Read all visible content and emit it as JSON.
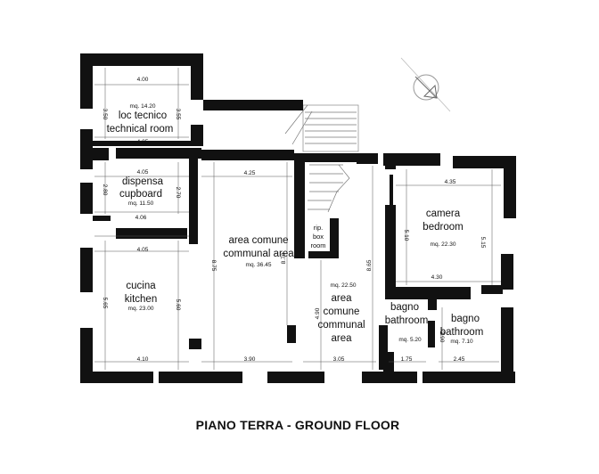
{
  "title": "PIANO TERRA - GROUND FLOOR",
  "rooms": {
    "loc_tecnico": {
      "name_it": "loc tecnico",
      "name_en": "technical room",
      "area": "mq. 14.20",
      "w": "4.00",
      "w2": "4.05",
      "h_left": "3.50",
      "h_right": "3.55"
    },
    "dispensa": {
      "name_it": "dispensa",
      "name_en": "cupboard",
      "area": "mq. 11.50",
      "w": "4.05",
      "w2": "4.06",
      "h_left": "2.80",
      "h_right": "2.70"
    },
    "cucina": {
      "name_it": "cucina",
      "name_en": "kitchen",
      "area": "mq. 23.00",
      "w": "4.05",
      "w2": "4.10",
      "h_left": "5.65",
      "h_right": "5.60"
    },
    "area_comune_1": {
      "name_it": "area comune",
      "name_en": "communal area",
      "area": "mq. 36.45",
      "w": "4.25",
      "w2": "3.90",
      "h_left": "8.75",
      "h_right": "8.70"
    },
    "ripostiglio": {
      "l1": "rip.",
      "l2": "box",
      "l3": "room"
    },
    "area_comune_2": {
      "l1": "area",
      "l2": "comune",
      "l3": "communal",
      "l4": "area",
      "area": "mq. 22.50",
      "w": "3.05",
      "h_left": "4.90",
      "h_right": "8.65"
    },
    "camera": {
      "name_it": "camera",
      "name_en": "bedroom",
      "area": "mq. 22.30",
      "w": "4.35",
      "w2": "4.30",
      "h_left": "5.10",
      "h_right": "5.15"
    },
    "bagno_1": {
      "name_it": "bagno",
      "name_en": "bathroom",
      "area": "mq. 5.20",
      "w": "1.75"
    },
    "bagno_2": {
      "name_it": "bagno",
      "name_en": "bathroom",
      "area": "mq. 7.10",
      "w": "2.45",
      "h": "2.90"
    }
  }
}
